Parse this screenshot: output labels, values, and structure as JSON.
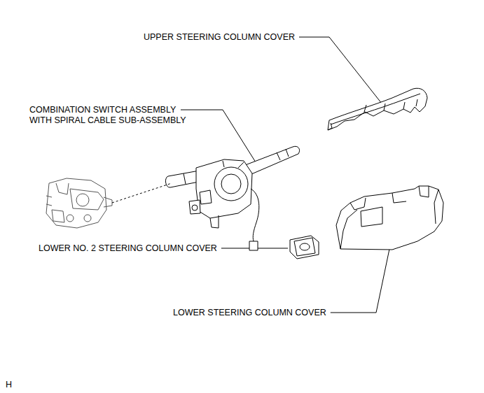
{
  "diagram": {
    "labels": [
      "UPPER STEERING COLUMN COVER",
      "COMBINATION SWITCH ASSEMBLY WITH SPIRAL CABLE SUB-ASSEMBLY",
      "LOWER NO. 2 STEERING COLUMN COVER",
      "LOWER STEERING COLUMN COVER",
      "H"
    ]
  }
}
